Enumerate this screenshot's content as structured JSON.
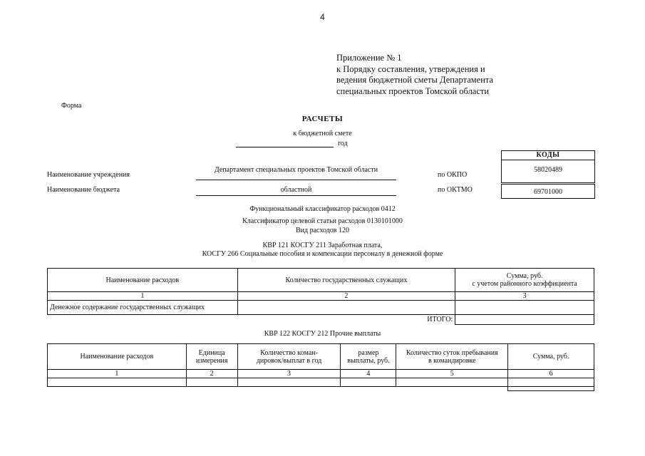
{
  "page_number": "4",
  "appendix": {
    "lines": [
      "Приложение № 1",
      "к Порядку составления, утверждения и",
      "ведения бюджетной сметы Департамента",
      "специальных проектов Томской области"
    ]
  },
  "form_label": "Форма",
  "title": "РАСЧЕТЫ",
  "subtitle": "к бюджетной смете",
  "year_word": "год",
  "codes": {
    "header": "КОДЫ",
    "okpo_label": "по ОКПО",
    "okpo_value": "58020489",
    "oktmo_label": "по ОКТМО",
    "oktmo_value": "69701000"
  },
  "institution": {
    "label": "Наименование учреждения",
    "value": "Департамент специальных проектов Томской области"
  },
  "budget": {
    "label": "Наименование бюджета",
    "value": "областной"
  },
  "classifiers": [
    "Функциональный классификатор расходов 0412",
    "Классификатор целевой статьи расходов 0130101000",
    "Вид расходов 120"
  ],
  "section1": {
    "heading_lines": [
      "КВР 121 КОСГУ 211 Заработная плата,",
      "КОСГУ 266 Социальные пособия и компенсации персоналу в денежной форме"
    ],
    "headers": [
      "Наименование расходов",
      "Количество государственных служащих",
      "Сумма, руб.",
      "с учетом районного коэффициента"
    ],
    "numbers": [
      "1",
      "2",
      "3"
    ],
    "row_label": "Денежное содержание государственных служащих",
    "total_label": "ИТОГО:"
  },
  "section2": {
    "heading": "КВР 122 КОСГУ 212 Прочие выплаты",
    "headers": [
      "Наименование расходов",
      "Единица",
      "измерения",
      "Количество коман-",
      "дировок/выплат в год",
      "размер",
      "выплаты, руб.",
      "Количество суток пребывания",
      "в командировке",
      "Сумма, руб."
    ],
    "numbers": [
      "1",
      "2",
      "3",
      "4",
      "5",
      "6"
    ]
  }
}
